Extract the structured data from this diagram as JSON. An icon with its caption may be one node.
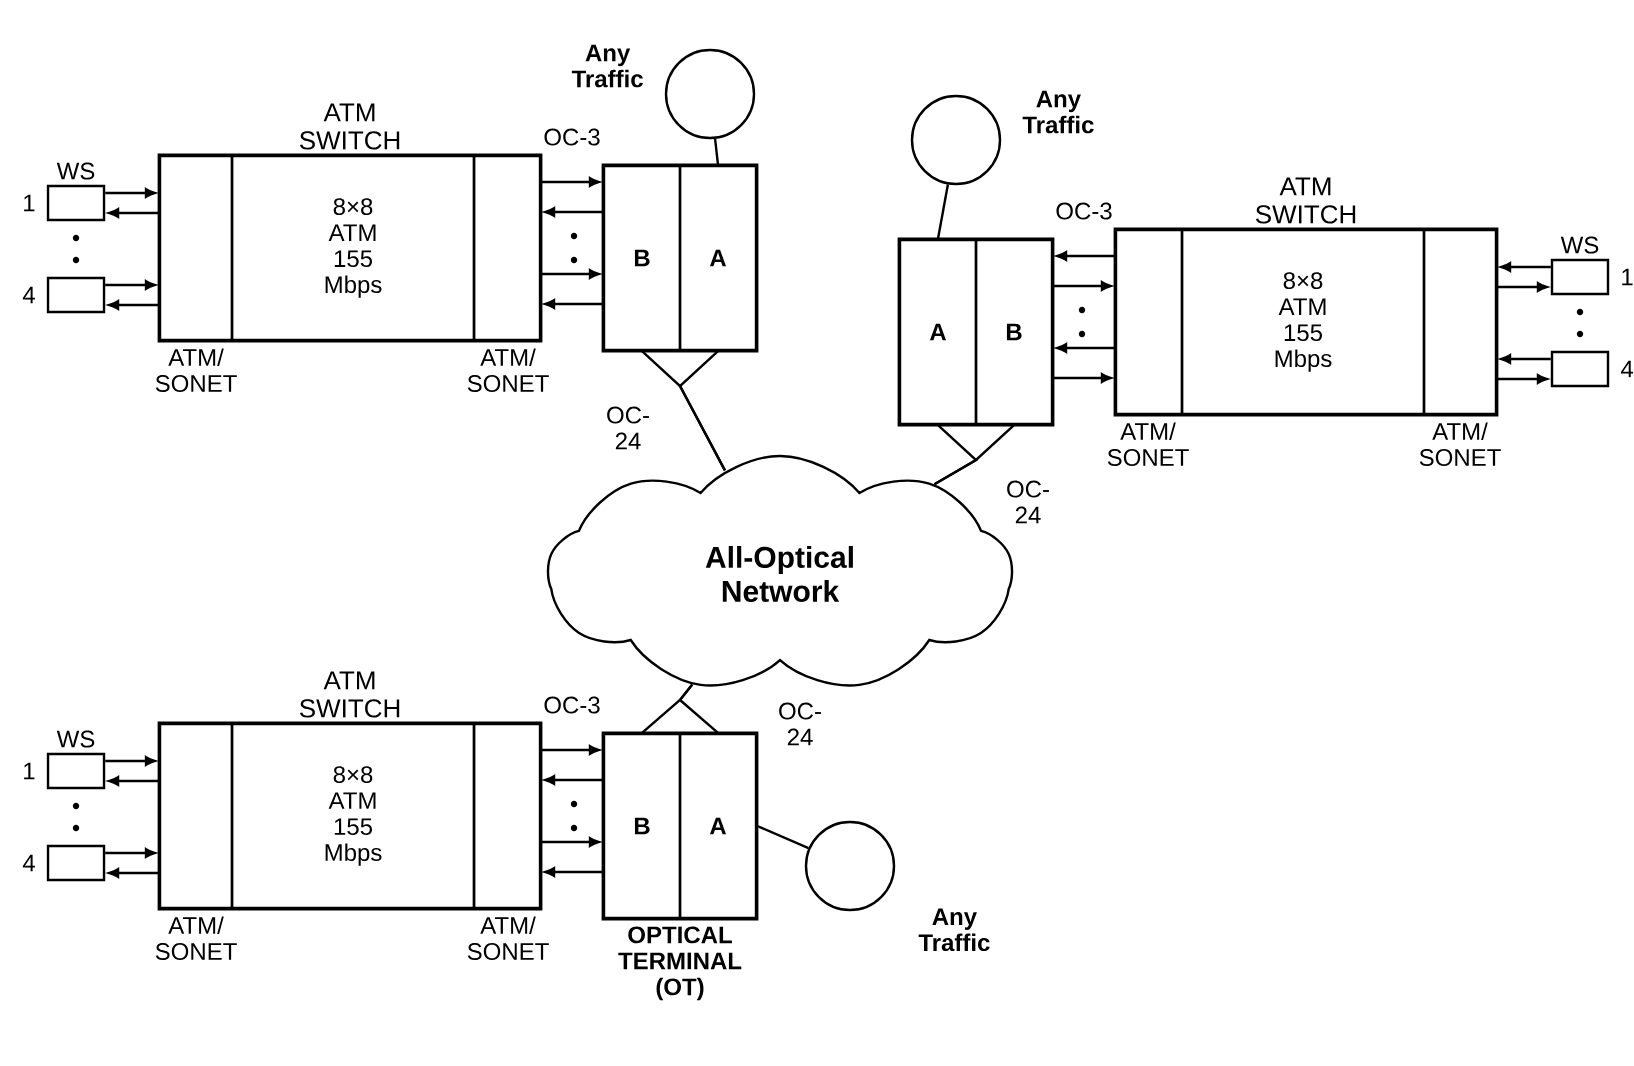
{
  "diagram": {
    "nodes": [
      {
        "text": [
          "ATM SWITCH"
        ]
      },
      {
        "text": [],
        "shape": "box",
        "in": 0,
        "beside": [
          "ATM/ SONET"
        ]
      },
      {
        "text": [
          "8×8 ATM 155 Mbps"
        ],
        "in": 0
      },
      {
        "text": [],
        "shape": "box",
        "in": 0,
        "beside": [
          "ATM/ SONET"
        ]
      },
      {
        "text": [],
        "shape": "box",
        "beside": [
          "1"
        ]
      },
      {
        "text": [],
        "shape": "box",
        "beside": [
          "4"
        ]
      },
      {
        "text": [],
        "shape": "box"
      },
      {
        "text": [
          "B"
        ],
        "in": 6
      },
      {
        "text": [
          "A"
        ],
        "in": 6
      },
      {
        "text": [],
        "shape": "circle",
        "beside": [
          "Any Traffic"
        ]
      },
      {
        "text": [
          "ATM SWITCH"
        ]
      },
      {
        "text": [],
        "shape": "box",
        "in": 10,
        "beside": [
          "ATM/ SONET"
        ]
      },
      {
        "text": [
          "8×8 ATM 155 Mbps"
        ],
        "in": 10
      },
      {
        "text": [],
        "shape": "box",
        "in": 10,
        "beside": [
          "ATM/ SONET"
        ]
      },
      {
        "text": [],
        "shape": "box",
        "beside": [
          "1"
        ]
      },
      {
        "text": [],
        "shape": "box",
        "beside": [
          "4"
        ]
      },
      {
        "text": [],
        "shape": "box"
      },
      {
        "text": [
          "B"
        ],
        "in": 16
      },
      {
        "text": [
          "A"
        ],
        "in": 16
      },
      {
        "text": [],
        "shape": "circle",
        "beside": [
          "Any Traffic"
        ]
      },
      {
        "text": [
          "All-Optical Network"
        ]
      },
      {
        "text": [
          "ATM SWITCH"
        ]
      },
      {
        "text": [],
        "shape": "box",
        "in": 21,
        "beside": [
          "ATM/ SONET"
        ]
      },
      {
        "text": [
          "8×8 ATM 155 Mbps"
        ],
        "in": 21
      },
      {
        "text": [],
        "shape": "box",
        "in": 21,
        "beside": [
          "ATM/ SONET"
        ]
      },
      {
        "text": [],
        "shape": "box",
        "beside": [
          "1"
        ]
      },
      {
        "text": [],
        "shape": "box",
        "beside": [
          "4"
        ]
      },
      {
        "text": [],
        "shape": "box",
        "beside": [
          "OPTICAL TERMINAL (OT)"
        ]
      },
      {
        "text": [
          "B"
        ],
        "in": 27
      },
      {
        "text": [
          "A"
        ],
        "in": 27
      },
      {
        "text": [],
        "shape": "circle",
        "beside": [
          "Any Traffic"
        ]
      }
    ],
    "edges": [
      {
        "from": 4,
        "to": 1,
        "arrow": "to"
      },
      {
        "from": 1,
        "to": 4,
        "arrow": "to"
      },
      {
        "from": 5,
        "to": 1,
        "arrow": "to"
      },
      {
        "from": 1,
        "to": 5,
        "arrow": "to"
      },
      {
        "from": 3,
        "to": 7,
        "arrow": "to"
      },
      {
        "from": 7,
        "to": 3,
        "arrow": "to"
      },
      {
        "from": 3,
        "to": 7,
        "arrow": "to"
      },
      {
        "from": 7,
        "to": 3,
        "arrow": "to"
      },
      {
        "from": 8,
        "to": 9,
        "arrow": "none"
      },
      {
        "from": 7,
        "to": 20,
        "arrow": "none"
      },
      {
        "from": 8,
        "to": 20,
        "arrow": "none"
      },
      {
        "from": 14,
        "to": 11,
        "arrow": "to"
      },
      {
        "from": 11,
        "to": 14,
        "arrow": "to"
      },
      {
        "from": 15,
        "to": 11,
        "arrow": "to"
      },
      {
        "from": 11,
        "to": 15,
        "arrow": "to"
      },
      {
        "from": 13,
        "to": 17,
        "arrow": "to"
      },
      {
        "from": 17,
        "to": 13,
        "arrow": "to"
      },
      {
        "from": 13,
        "to": 17,
        "arrow": "to"
      },
      {
        "from": 17,
        "to": 13,
        "arrow": "to"
      },
      {
        "from": 18,
        "to": 19,
        "arrow": "none"
      },
      {
        "from": 17,
        "to": 20,
        "arrow": "none"
      },
      {
        "from": 18,
        "to": 20,
        "arrow": "none"
      },
      {
        "from": 25,
        "to": 22,
        "arrow": "to"
      },
      {
        "from": 22,
        "to": 25,
        "arrow": "to"
      },
      {
        "from": 26,
        "to": 22,
        "arrow": "to"
      },
      {
        "from": 22,
        "to": 26,
        "arrow": "to"
      },
      {
        "from": 24,
        "to": 28,
        "arrow": "to"
      },
      {
        "from": 28,
        "to": 24,
        "arrow": "to"
      },
      {
        "from": 24,
        "to": 28,
        "arrow": "to"
      },
      {
        "from": 28,
        "to": 24,
        "arrow": "to"
      },
      {
        "from": 29,
        "to": 30,
        "arrow": "none"
      },
      {
        "from": 28,
        "to": 20,
        "arrow": "none"
      },
      {
        "from": 29,
        "to": 20,
        "arrow": "none"
      }
    ],
    "labels": [
      "WS",
      "OC-3",
      "OC- 24",
      "WS",
      "OC-3",
      "OC- 24",
      "WS",
      "OC-3",
      "OC- 24"
    ]
  }
}
